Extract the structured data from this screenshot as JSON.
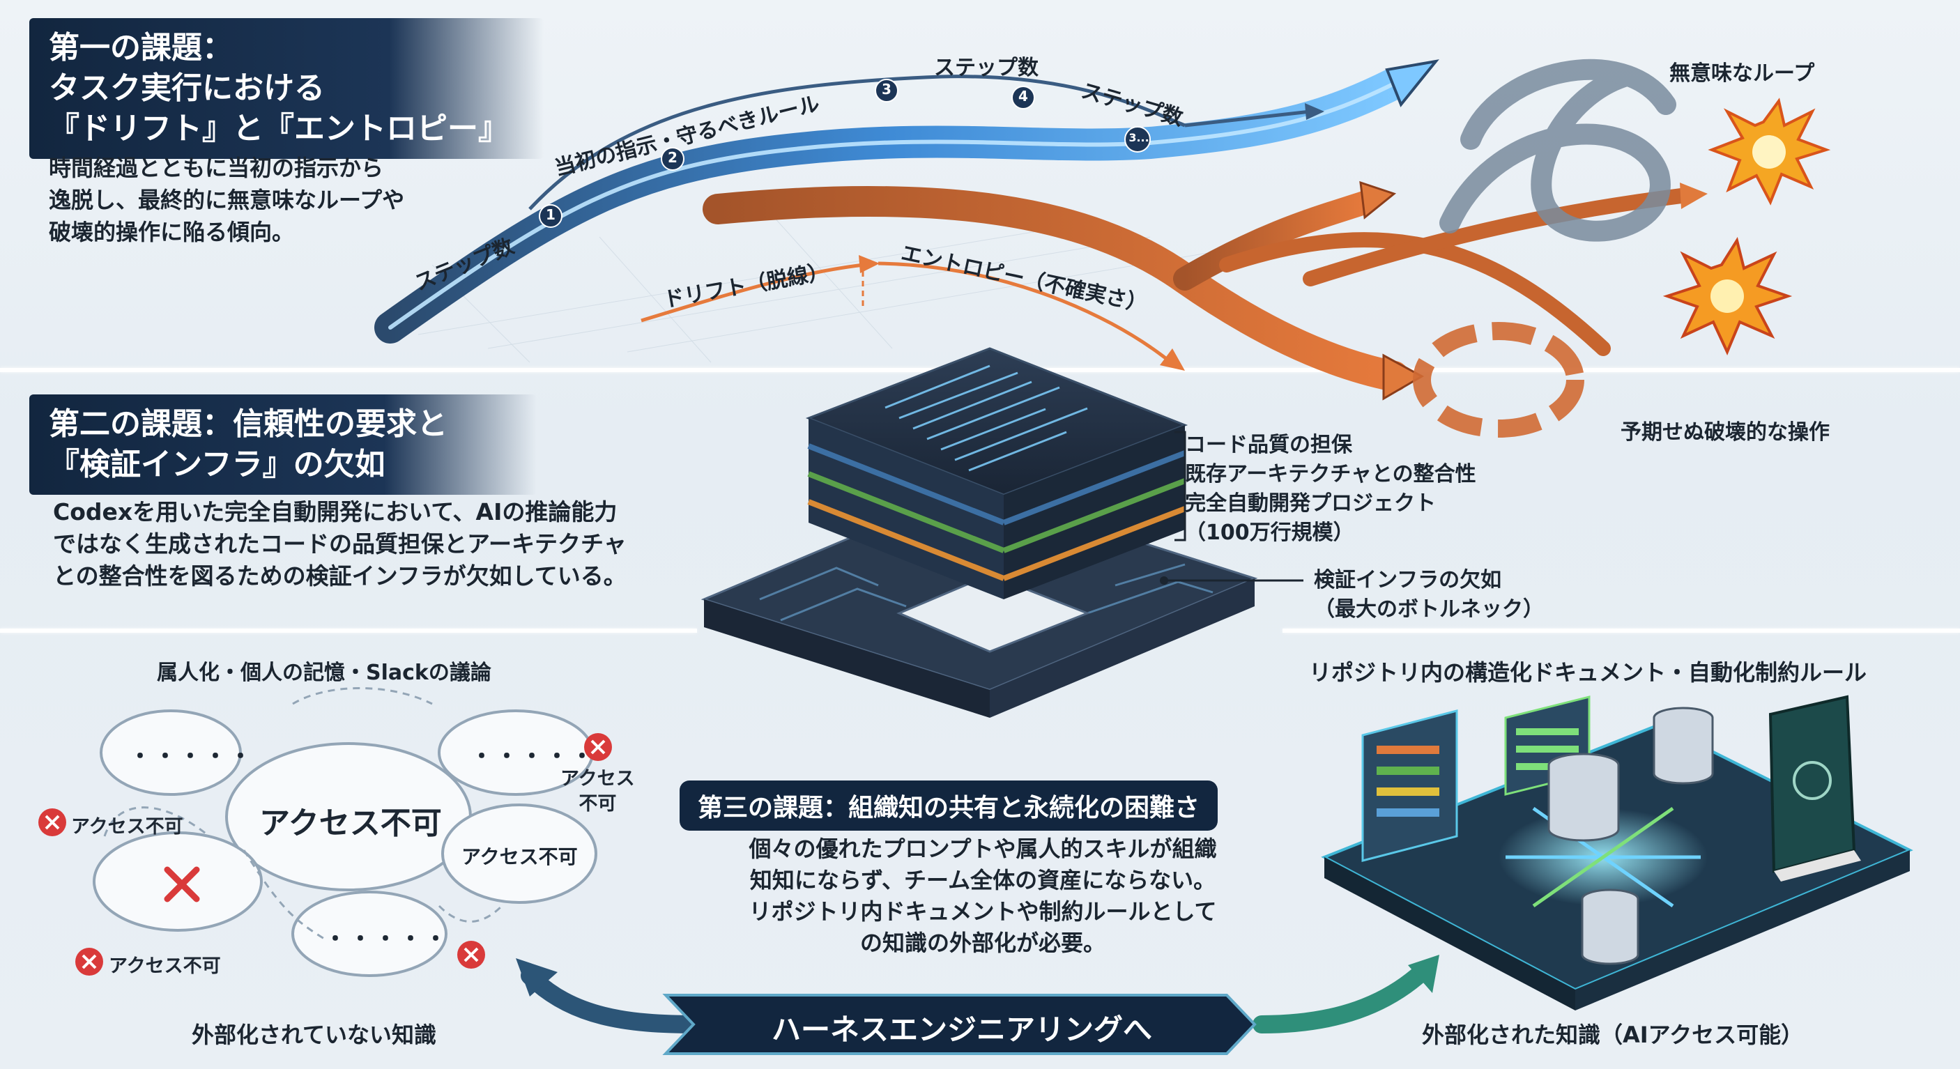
{
  "section1": {
    "title_lines": [
      "第一の課題：",
      "タスク実行における",
      "『ドリフト』と『エントロピー』"
    ],
    "description_lines": [
      "時間経過とともに当初の指示から",
      "逸脱し、最終的に無意味なループや",
      "破壊的操作に陥る傾向。"
    ],
    "label_steps_left": "ステップ数",
    "label_instruction": "当初の指示・守るべきルール",
    "label_steps_top": "ステップ数",
    "label_steps_right": "ステップ数",
    "label_drift": "ドリフト（脱線）",
    "label_entropy": "エントロピー（不確実さ）",
    "label_loop": "無意味なループ",
    "label_destructive": "予期せぬ破壊的な操作",
    "step_markers": [
      "1",
      "2",
      "3",
      "4",
      "3..."
    ]
  },
  "section2": {
    "title_lines": [
      "第二の課題：信頼性の要求と",
      "『検証インフラ』の欠如"
    ],
    "description_lines": [
      "Codexを用いた完全自動開発において、AIの推論能力",
      "ではなく生成されたコードの品質担保とアーキテクチャ",
      "との整合性を図るための検証インフラが欠如している。"
    ],
    "stack_labels": [
      "コード品質の担保",
      "既存アーキテクチャとの整合性",
      "完全自動開発プロジェクト",
      "（100万行規模）"
    ],
    "infra_labels": [
      "検証インフラの欠如",
      "（最大のボトルネック）"
    ]
  },
  "section3": {
    "left_heading": "属人化・個人の記憶・Slackの議論",
    "cloud_main": "アクセス不可",
    "cloud_secondary": "アクセス不可",
    "cloud_dots": "・・・・・",
    "access_denied_labels": [
      "アクセス不可",
      "アクセス\n不可",
      "アクセス不可"
    ],
    "left_caption": "外部化されていない知識",
    "title": "第三の課題：組織知の共有と永続化の困難さ",
    "description_lines": [
      "個々の優れたプロンプトや属人的スキルが組織",
      "知知にならず、チーム全体の資産にならない。",
      "リポジトリ内ドキュメントや制約ルールとして",
      "の知識の外部化が必要。"
    ],
    "right_heading": "リポジトリ内の構造化ドキュメント・自動化制約ルール",
    "right_caption": "外部化された知識（AIアクセス可能）",
    "banner": "ハーネスエンジニアリングへ"
  },
  "colors": {
    "navy": "#12263f",
    "blue_stream": "#4aa8f0",
    "orange_stream": "#e0703a",
    "explosion": "#f5a623",
    "teal": "#2f8f8a",
    "error_red": "#d93a3a"
  }
}
